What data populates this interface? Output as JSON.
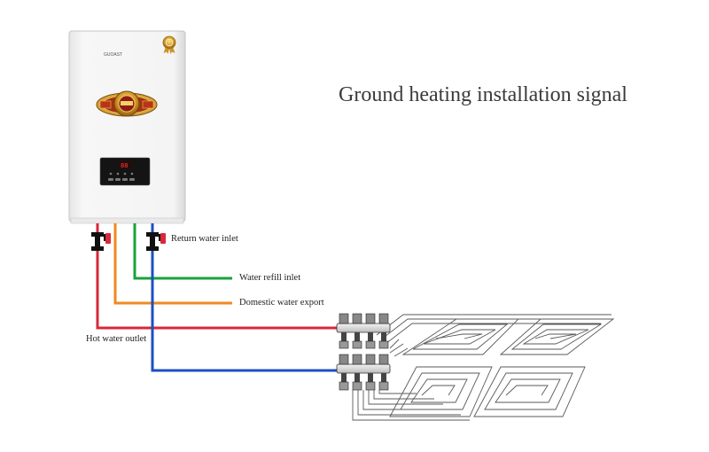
{
  "title": "Ground heating installation signal",
  "brand": "GUOAST",
  "labels": {
    "return_water_inlet": "Return water inlet",
    "water_refill_inlet": "Water refill inlet",
    "domestic_water_export": "Domestic water export",
    "hot_water_outlet": "Hot water outlet"
  },
  "colors": {
    "hot_pipe": "#d8283a",
    "domestic_pipe": "#ef8a22",
    "refill_pipe": "#1aa13a",
    "return_pipe": "#1b4fc3",
    "badge_gold": "#c9942a",
    "display_red": "#ff3b3b"
  },
  "icons": [
    "gold-award-badge-icon",
    "gold-emblem-icon",
    "valve-icon",
    "manifold-icon"
  ]
}
